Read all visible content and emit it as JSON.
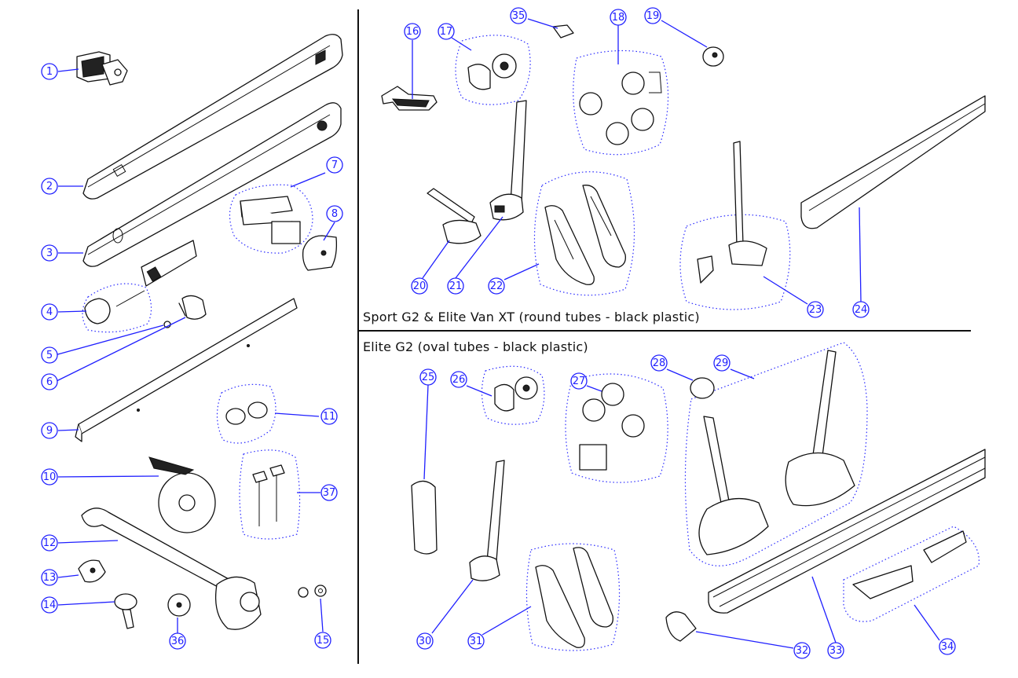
{
  "sections": {
    "round": "Sport G2 & Elite Van XT (round tubes - black plastic)",
    "oval": "Elite G2 (oval tubes - black plastic)"
  },
  "callouts": [
    {
      "id": "callout-1",
      "label": "1"
    },
    {
      "id": "callout-2",
      "label": "2"
    },
    {
      "id": "callout-3",
      "label": "3"
    },
    {
      "id": "callout-4",
      "label": "4"
    },
    {
      "id": "callout-5",
      "label": "5"
    },
    {
      "id": "callout-6",
      "label": "6"
    },
    {
      "id": "callout-7",
      "label": "7"
    },
    {
      "id": "callout-8",
      "label": "8"
    },
    {
      "id": "callout-9",
      "label": "9"
    },
    {
      "id": "callout-10",
      "label": "10"
    },
    {
      "id": "callout-11",
      "label": "11"
    },
    {
      "id": "callout-12",
      "label": "12"
    },
    {
      "id": "callout-13",
      "label": "13"
    },
    {
      "id": "callout-14",
      "label": "14"
    },
    {
      "id": "callout-15",
      "label": "15"
    },
    {
      "id": "callout-16",
      "label": "16"
    },
    {
      "id": "callout-17",
      "label": "17"
    },
    {
      "id": "callout-18",
      "label": "18"
    },
    {
      "id": "callout-19",
      "label": "19"
    },
    {
      "id": "callout-20",
      "label": "20"
    },
    {
      "id": "callout-21",
      "label": "21"
    },
    {
      "id": "callout-22",
      "label": "22"
    },
    {
      "id": "callout-23",
      "label": "23"
    },
    {
      "id": "callout-24",
      "label": "24"
    },
    {
      "id": "callout-25",
      "label": "25"
    },
    {
      "id": "callout-26",
      "label": "26"
    },
    {
      "id": "callout-27",
      "label": "27"
    },
    {
      "id": "callout-28",
      "label": "28"
    },
    {
      "id": "callout-29",
      "label": "29"
    },
    {
      "id": "callout-30",
      "label": "30"
    },
    {
      "id": "callout-31",
      "label": "31"
    },
    {
      "id": "callout-32",
      "label": "32"
    },
    {
      "id": "callout-33",
      "label": "33"
    },
    {
      "id": "callout-34",
      "label": "34"
    },
    {
      "id": "callout-35",
      "label": "35"
    },
    {
      "id": "callout-36",
      "label": "36"
    },
    {
      "id": "callout-37",
      "label": "37"
    }
  ],
  "colors": {
    "callout": "#2020ff",
    "line": "#111111",
    "background": "#ffffff"
  }
}
